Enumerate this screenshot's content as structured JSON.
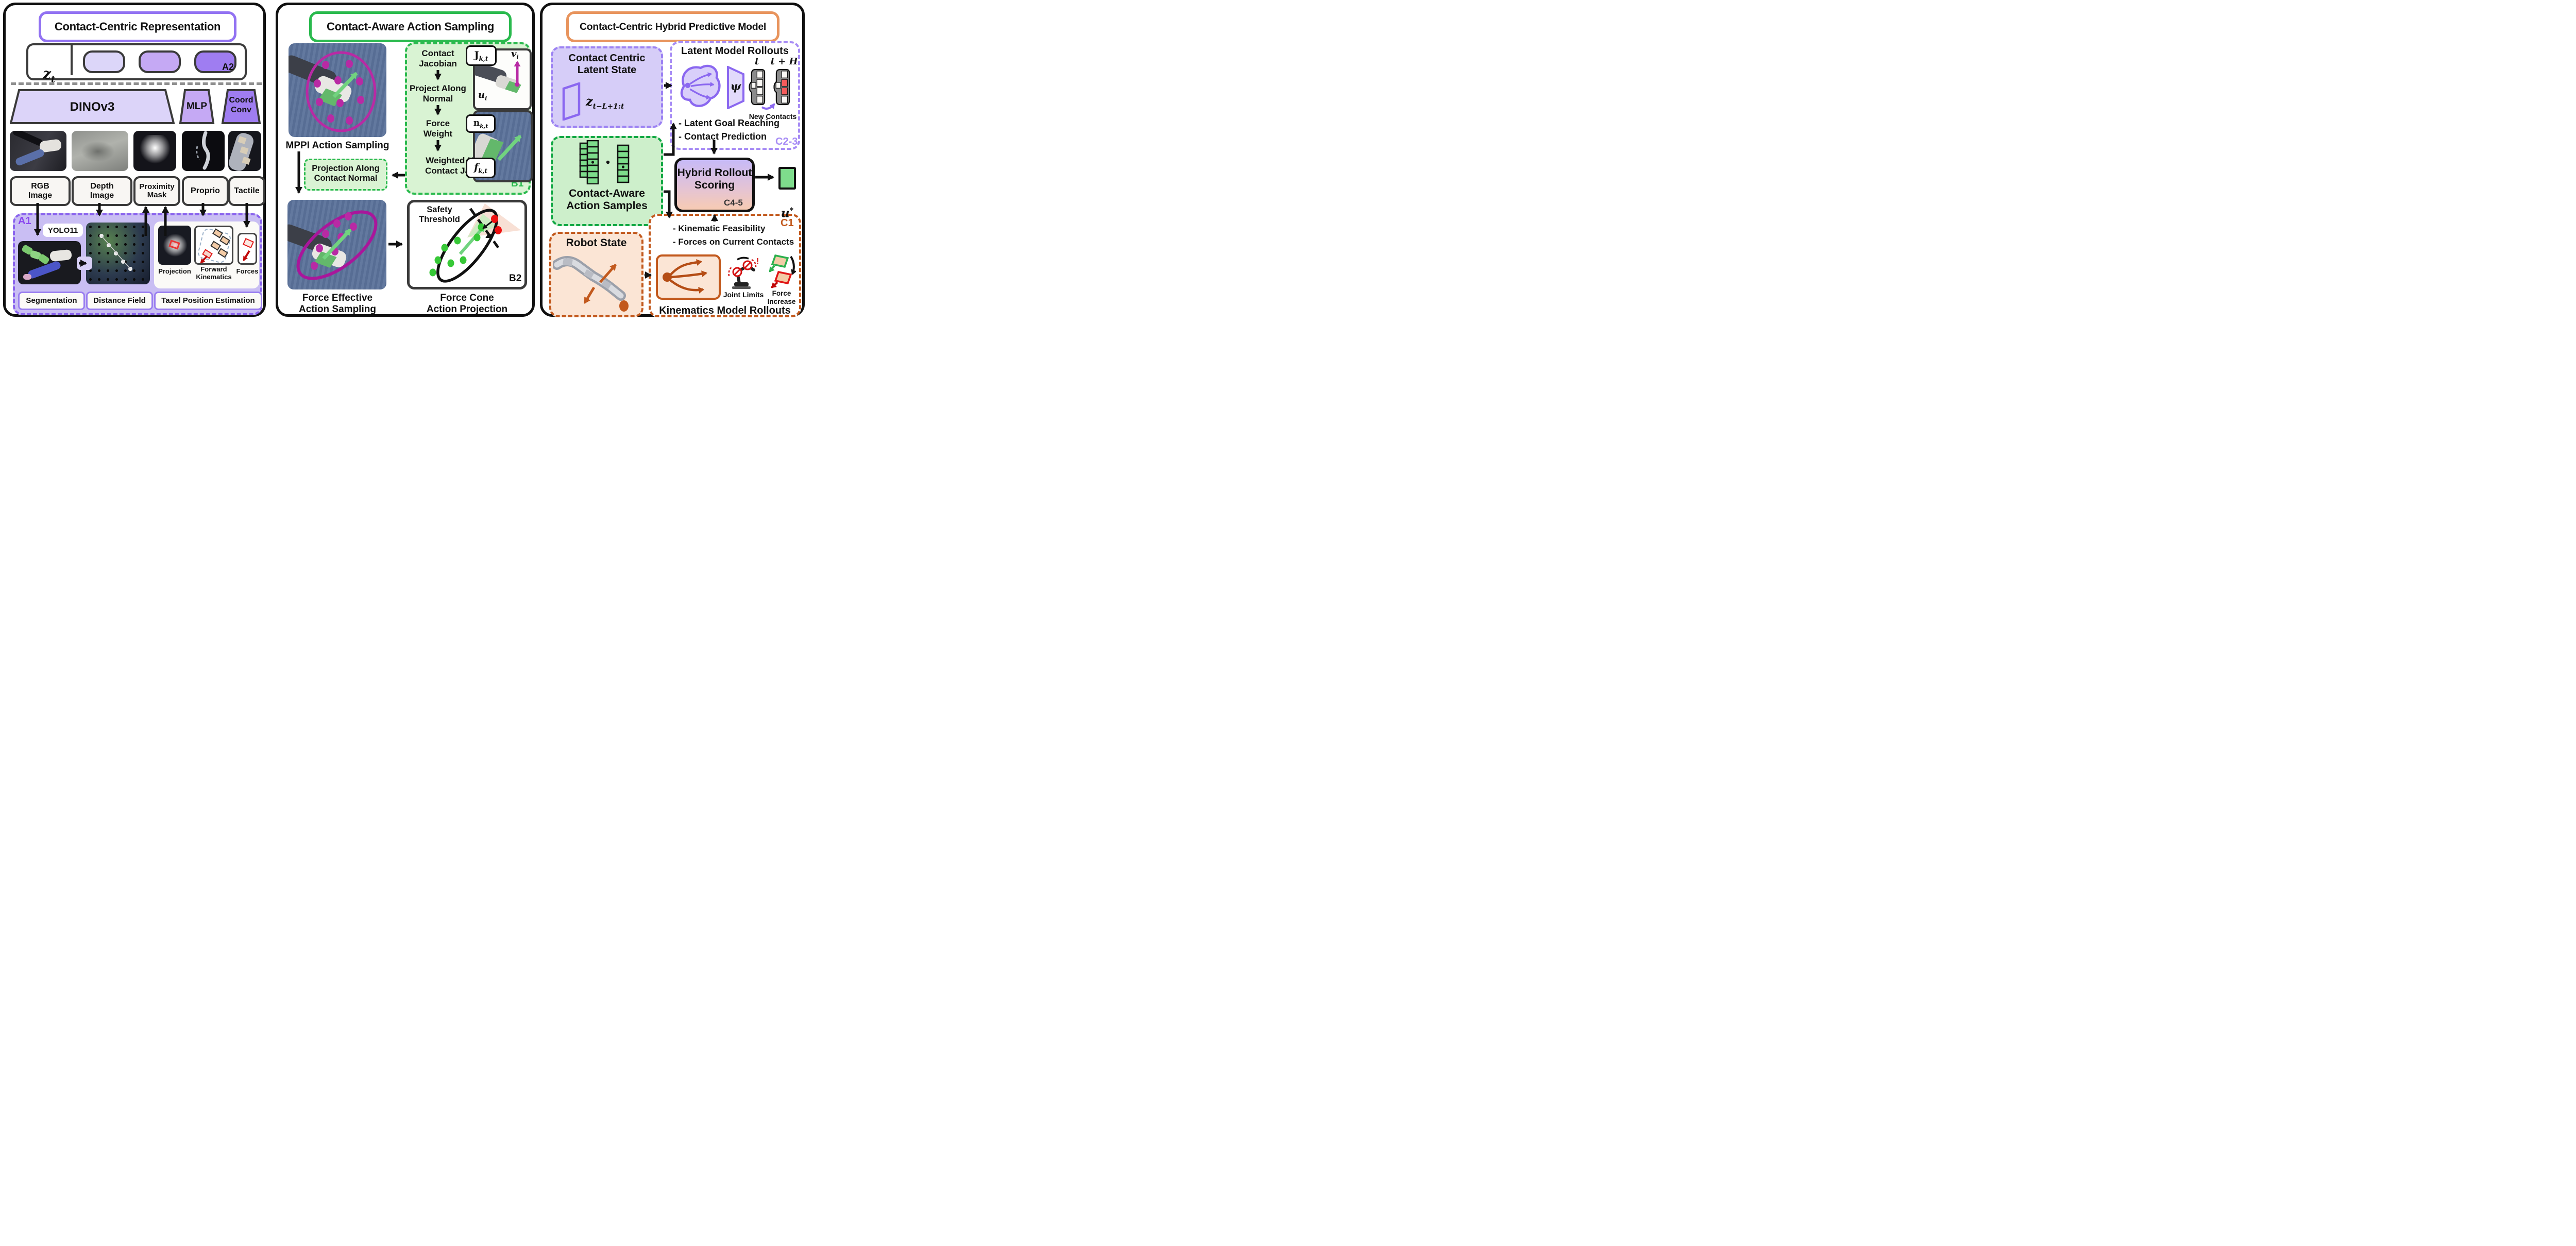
{
  "colors": {
    "purple_accent": "#9272f2",
    "purple_deep": "#8a63ee",
    "lavender_fill": "#c9bef3",
    "green_accent": "#2aba4e",
    "green_dark": "#13a845",
    "green_fill": "#d9f3d3",
    "orange_accent": "#e8945d",
    "orange_deep": "#c2591d",
    "peach_fill": "#fbe5d5",
    "magenta": "#b82aa4",
    "arrow_green": "#71d37f",
    "taxel_red": "#f65b5b",
    "ustar_green": "#7edc8c"
  },
  "panel1": {
    "title": "Contact-Centric Representation",
    "z_base": "z",
    "z_sub": "t",
    "a2_tag": "A2",
    "encoders": {
      "dinov3": "DINOv3",
      "mlp": "MLP",
      "coordconv": "Coord\nConv"
    },
    "inputs": [
      "RGB\nImage",
      "Depth\nImage",
      "Proximity\nMask",
      "Proprio",
      "Tactile"
    ],
    "a1": {
      "tag": "A1",
      "yolo": "YOLO11",
      "projection": "Projection",
      "forward_kinematics": "Forward\nKinematics",
      "forces": "Forces",
      "outputs": [
        "Segmentation",
        "Distance Field",
        "Taxel Position Estimation"
      ]
    }
  },
  "panel2": {
    "title": "Contact-Aware Action Sampling",
    "mppi_label": "MPPI Action Sampling",
    "b1": {
      "tag": "B1",
      "step1": "Contact\nJacobian",
      "step2": "Project Along\nNormal",
      "step3": "Force\nWeight",
      "step4": "Weighted Normal\nContact Jacobian"
    },
    "math": {
      "J": "J",
      "kt": "k,t",
      "v": "v",
      "i": "i",
      "u": "u",
      "n": "n",
      "f": "f"
    },
    "projection_box": "Projection Along\nContact Normal",
    "force_effective_label": "Force Effective\nAction Sampling",
    "b2": {
      "tag": "B2",
      "safety": "Safety\nThreshold",
      "caption": "Force Cone\nAction Projection"
    }
  },
  "panel3": {
    "title": "Contact-Centric Hybrid Predictive Model",
    "latent_state": {
      "title": "Contact Centric\nLatent State",
      "z_base": "z",
      "z_sub": "t−L+1:t"
    },
    "rollouts": {
      "title": "Latent Model Rollouts",
      "psi": "ψ",
      "t": "t",
      "tH": "t + H",
      "new_contacts": "New Contacts",
      "bullet1": "- Latent Goal Reaching",
      "bullet2": "- Contact Prediction",
      "tag": "C2-3"
    },
    "samples": {
      "label": "Contact-Aware\nAction Samples"
    },
    "hybrid": {
      "label": "Hybrid Rollout\nScoring",
      "tag": "C4-5"
    },
    "u_base": "u",
    "u_sup": "*",
    "robot_state": {
      "title": "Robot State"
    },
    "c1": {
      "tag": "C1",
      "bullet1": "- Kinematic Feasibility",
      "bullet2": "- Forces on Current Contacts",
      "joint_limits": "Joint Limits",
      "force_increase": "Force\nIncrease",
      "title": "Kinematics Model Rollouts"
    }
  }
}
